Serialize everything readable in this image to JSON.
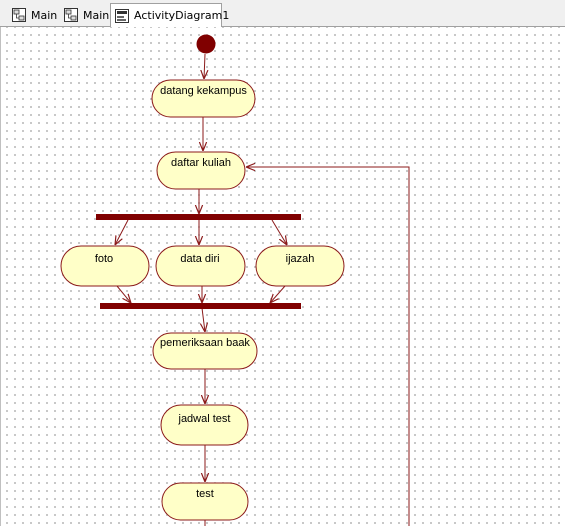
{
  "tabs": [
    {
      "label": "Main",
      "icon": "class-diagram-icon",
      "active": false
    },
    {
      "label": "Main",
      "icon": "class-diagram-icon",
      "active": false
    },
    {
      "label": "ActivityDiagram1",
      "icon": "activity-diagram-icon",
      "active": true
    }
  ],
  "diagram": {
    "actions": {
      "datang": "datang kekampus",
      "daftar": "daftar kuliah",
      "foto": "foto",
      "data_diri": "data diri",
      "ijazah": "ijazah",
      "pemeriksaan": "pemeriksaan baak",
      "jadwal": "jadwal test",
      "test": "test"
    },
    "colors": {
      "action_fill": "#ffffc8",
      "action_stroke": "#8b1a1a",
      "edge": "#8b1a1a",
      "bar": "#800000",
      "initial": "#800000"
    }
  }
}
